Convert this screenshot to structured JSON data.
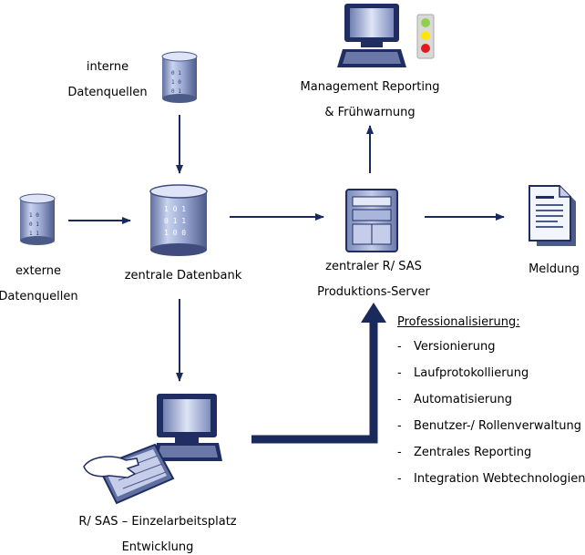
{
  "labels": {
    "interne_1": "interne",
    "interne_2": "Datenquellen",
    "externe_1": "externe",
    "externe_2": "Datenquellen",
    "zentrale_db": "zentrale Datenbank",
    "server_1": "zentraler R/ SAS",
    "server_2": "Produktions-Server",
    "mgmt_1": "Management Reporting",
    "mgmt_2": "& Frühwarnung",
    "meldung": "Meldung",
    "arbeitsplatz_1": "R/ SAS – Einzelarbeitsplatz",
    "arbeitsplatz_2": "Entwicklung"
  },
  "professionalisierung": {
    "title": "Professionalisierung:",
    "bullet": "-",
    "items": [
      "Versionierung",
      "Laufprotokollierung",
      "Automatisierung",
      "Benutzer-/ Rollenverwaltung",
      "Zentrales Reporting",
      "Integration Webtechnologien"
    ]
  },
  "colors": {
    "arrow": "#1b2a5c",
    "icon_blue": "#8e9cc8",
    "icon_dark": "#1f2d63",
    "traffic_green": "#8fd14f",
    "traffic_yellow": "#ffe600",
    "traffic_red": "#e01b1b"
  }
}
